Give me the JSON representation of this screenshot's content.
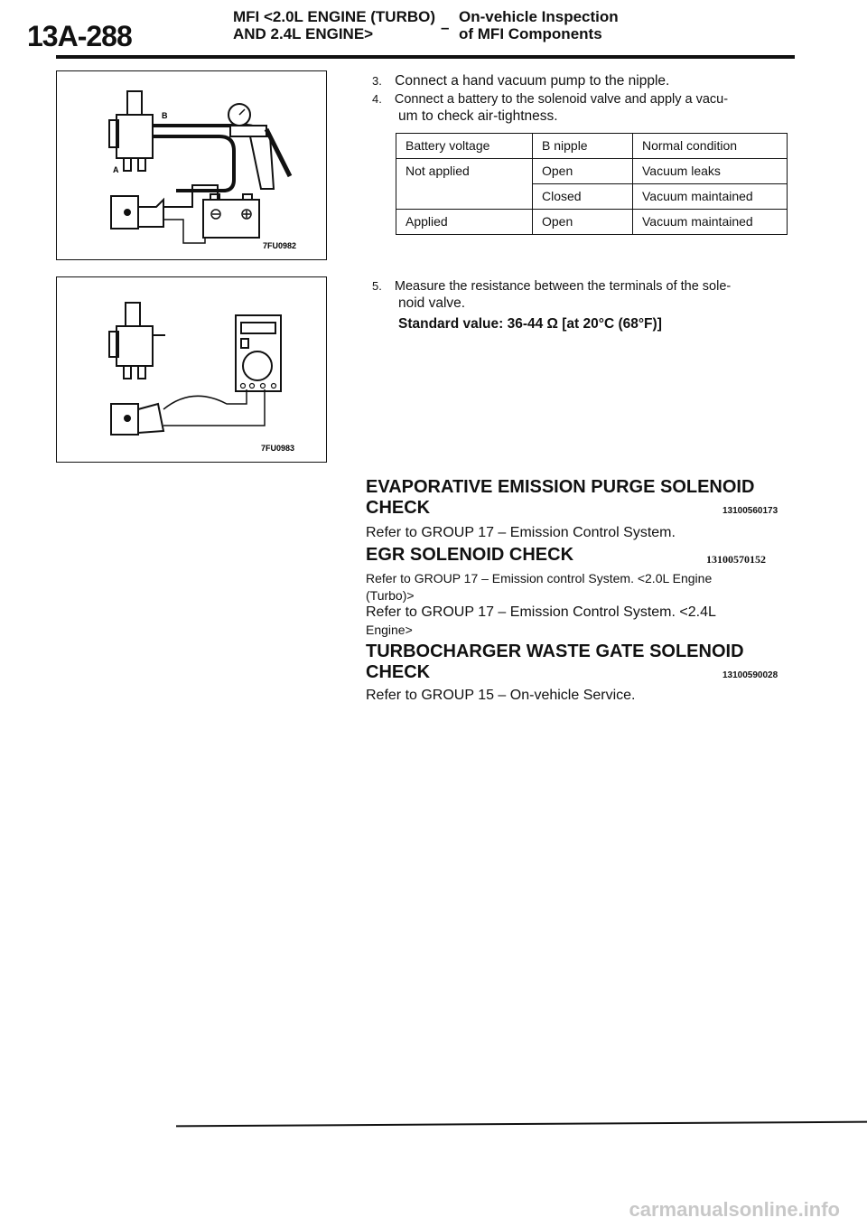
{
  "header": {
    "page_number": "13A-288",
    "section_line1": "MFI <2.0L ENGINE (TURBO)",
    "section_line2": "AND 2.4L ENGINE>",
    "dash": "–",
    "topic_line1": "On-vehicle Inspection",
    "topic_line2": "of MFI Components"
  },
  "figures": {
    "fig1": {
      "code": "7FU0982",
      "label_a": "A",
      "label_b": "B"
    },
    "fig2": {
      "code": "7FU0983"
    }
  },
  "steps": {
    "s3": {
      "num": "3.",
      "text": "Connect a hand vacuum pump to the nipple."
    },
    "s4": {
      "num": "4.",
      "line1": "Connect a battery to the solenoid valve and apply a vacu-",
      "line2": "um to check air-tightness."
    },
    "s5": {
      "num": "5.",
      "line1": "Measure the resistance between the terminals of the sole-",
      "line2": "noid valve."
    },
    "standard_value": "Standard value: 36-44 Ω [at 20°C (68°F)]"
  },
  "table": {
    "headers": [
      "Battery voltage",
      "B nipple",
      "Normal condition"
    ],
    "rows": [
      [
        "Not applied",
        "Open",
        "Vacuum leaks"
      ],
      [
        "",
        "Closed",
        "Vacuum maintained"
      ],
      [
        "Applied",
        "Open",
        "Vacuum maintained"
      ]
    ]
  },
  "sections": {
    "evap": {
      "title_line1": "EVAPORATIVE EMISSION PURGE SOLENOID",
      "title_line2": "CHECK",
      "code": "13100560173",
      "ref": "Refer to GROUP 17 – Emission Control System."
    },
    "egr": {
      "title": "EGR SOLENOID CHECK",
      "code": "13100570152",
      "ref1_line1": "Refer to GROUP 17 – Emission control System. <2.0L Engine",
      "ref1_line2": "(Turbo)>",
      "ref2_line1": "Refer to GROUP 17 – Emission Control System. <2.4L",
      "ref2_line2": "Engine>"
    },
    "turbo": {
      "title_line1": "TURBOCHARGER WASTE GATE SOLENOID",
      "title_line2": "CHECK",
      "code": "13100590028",
      "ref": "Refer to GROUP 15 – On-vehicle Service."
    }
  },
  "watermark": "carmanualsonline.info"
}
